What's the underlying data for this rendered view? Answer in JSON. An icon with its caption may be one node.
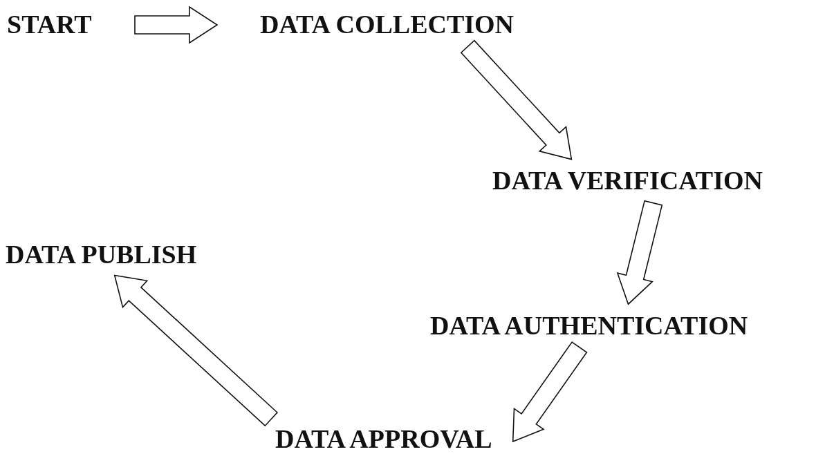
{
  "diagram": {
    "nodes": [
      {
        "text": [
          "START"
        ]
      },
      {
        "text": [
          "DATA COLLECTION"
        ]
      },
      {
        "text": [
          "DATA VERIFICATION"
        ]
      },
      {
        "text": [
          "DATA PUBLISH"
        ]
      },
      {
        "text": [
          "DATA AUTHENTICATION"
        ]
      },
      {
        "text": [
          "DATA APPROVAL"
        ]
      }
    ],
    "edges": [
      {
        "from": 0,
        "to": 1,
        "arrow": "to"
      },
      {
        "from": 1,
        "to": 2,
        "arrow": "to"
      },
      {
        "from": 2,
        "to": 4,
        "arrow": "to"
      },
      {
        "from": 4,
        "to": 5,
        "arrow": "to"
      },
      {
        "from": 5,
        "to": 3,
        "arrow": "to"
      }
    ]
  }
}
